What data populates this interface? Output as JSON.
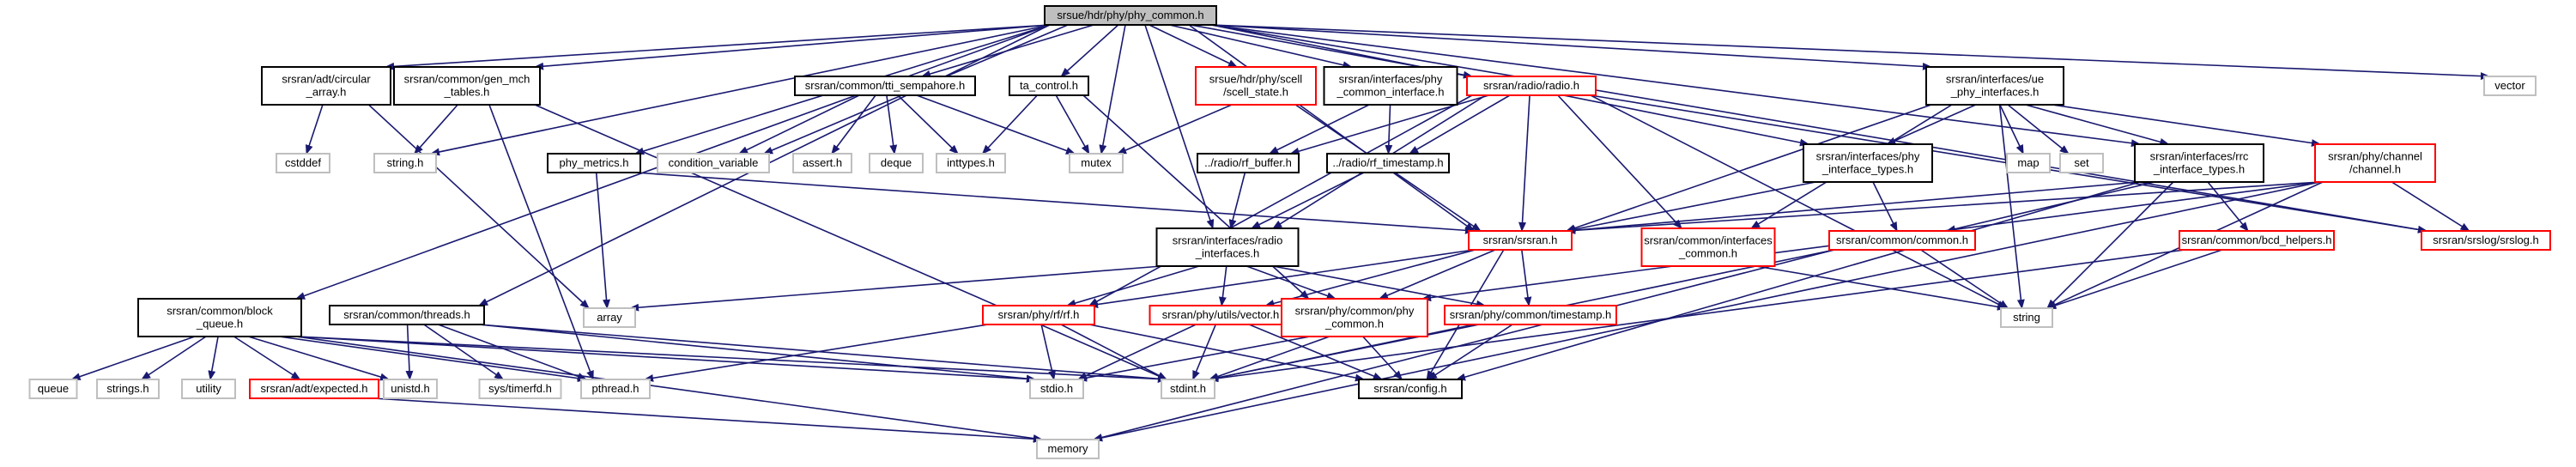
{
  "title": "srsue/hdr/phy/phy_common.h",
  "colors": {
    "root_fill": "#bfbfbf",
    "root_border": "#000000",
    "documented_border": "#000000",
    "linked_border": "#ff0000",
    "external_border": "#bfbfbf",
    "edge": "#191970",
    "background": "#ffffff"
  },
  "nodes": [
    {
      "id": "root",
      "lines": [
        "srsue/hdr/phy/phy_common.h"
      ],
      "kind": "root"
    },
    {
      "id": "circular_array",
      "lines": [
        "srsran/adt/circular",
        "_array.h"
      ],
      "kind": "documented"
    },
    {
      "id": "gen_mch",
      "lines": [
        "srsran/common/gen_mch",
        "_tables.h"
      ],
      "kind": "documented"
    },
    {
      "id": "tti_sem",
      "lines": [
        "srsran/common/tti_sempahore.h"
      ],
      "kind": "documented"
    },
    {
      "id": "ta_control",
      "lines": [
        "ta_control.h"
      ],
      "kind": "documented"
    },
    {
      "id": "scell_state",
      "lines": [
        "srsue/hdr/phy/scell",
        "/scell_state.h"
      ],
      "kind": "linked"
    },
    {
      "id": "phy_common_iface",
      "lines": [
        "srsran/interfaces/phy",
        "_common_interface.h"
      ],
      "kind": "documented"
    },
    {
      "id": "radio",
      "lines": [
        "srsran/radio/radio.h"
      ],
      "kind": "linked"
    },
    {
      "id": "ue_phy_ifaces",
      "lines": [
        "srsran/interfaces/ue",
        "_phy_interfaces.h"
      ],
      "kind": "documented"
    },
    {
      "id": "vector",
      "lines": [
        "vector"
      ],
      "kind": "external"
    },
    {
      "id": "cstddef",
      "lines": [
        "cstddef"
      ],
      "kind": "external"
    },
    {
      "id": "string_h",
      "lines": [
        "string.h"
      ],
      "kind": "external"
    },
    {
      "id": "cond_var",
      "lines": [
        "condition_variable"
      ],
      "kind": "external"
    },
    {
      "id": "assert",
      "lines": [
        "assert.h"
      ],
      "kind": "external"
    },
    {
      "id": "deque",
      "lines": [
        "deque"
      ],
      "kind": "external"
    },
    {
      "id": "inttypes",
      "lines": [
        "inttypes.h"
      ],
      "kind": "external"
    },
    {
      "id": "mutex",
      "lines": [
        "mutex"
      ],
      "kind": "external"
    },
    {
      "id": "rf_buffer",
      "lines": [
        "../radio/rf_buffer.h"
      ],
      "kind": "documented"
    },
    {
      "id": "rf_timestamp",
      "lines": [
        "../radio/rf_timestamp.h"
      ],
      "kind": "documented"
    },
    {
      "id": "phy_metrics",
      "lines": [
        "phy_metrics.h"
      ],
      "kind": "documented"
    },
    {
      "id": "phy_iface_types",
      "lines": [
        "srsran/interfaces/phy",
        "_interface_types.h"
      ],
      "kind": "documented"
    },
    {
      "id": "map",
      "lines": [
        "map"
      ],
      "kind": "external"
    },
    {
      "id": "set",
      "lines": [
        "set"
      ],
      "kind": "external"
    },
    {
      "id": "rrc_iface_types",
      "lines": [
        "srsran/interfaces/rrc",
        "_interface_types.h"
      ],
      "kind": "documented"
    },
    {
      "id": "phy_channel",
      "lines": [
        "srsran/phy/channel",
        "/channel.h"
      ],
      "kind": "linked"
    },
    {
      "id": "radio_ifaces",
      "lines": [
        "srsran/interfaces/radio",
        "_interfaces.h"
      ],
      "kind": "documented"
    },
    {
      "id": "srsran",
      "lines": [
        "srsran/srsran.h"
      ],
      "kind": "linked"
    },
    {
      "id": "ifaces_common",
      "lines": [
        "srsran/common/interfaces",
        "_common.h"
      ],
      "kind": "linked"
    },
    {
      "id": "common_common",
      "lines": [
        "srsran/common/common.h"
      ],
      "kind": "linked"
    },
    {
      "id": "bcd_helpers",
      "lines": [
        "srsran/common/bcd_helpers.h"
      ],
      "kind": "linked"
    },
    {
      "id": "srslog",
      "lines": [
        "srsran/srslog/srslog.h"
      ],
      "kind": "linked"
    },
    {
      "id": "string",
      "lines": [
        "string"
      ],
      "kind": "external"
    },
    {
      "id": "array",
      "lines": [
        "array"
      ],
      "kind": "external"
    },
    {
      "id": "block_queue",
      "lines": [
        "srsran/common/block",
        "_queue.h"
      ],
      "kind": "documented"
    },
    {
      "id": "threads",
      "lines": [
        "srsran/common/threads.h"
      ],
      "kind": "documented"
    },
    {
      "id": "rfrf",
      "lines": [
        "srsran/phy/rf/rf.h"
      ],
      "kind": "linked"
    },
    {
      "id": "vector_h",
      "lines": [
        "srsran/phy/utils/vector.h"
      ],
      "kind": "linked"
    },
    {
      "id": "phy_common",
      "lines": [
        "srsran/phy/common/phy",
        "_common.h"
      ],
      "kind": "linked"
    },
    {
      "id": "timestamp",
      "lines": [
        "srsran/phy/common/timestamp.h"
      ],
      "kind": "linked"
    },
    {
      "id": "queue",
      "lines": [
        "queue"
      ],
      "kind": "external"
    },
    {
      "id": "strings",
      "lines": [
        "strings.h"
      ],
      "kind": "external"
    },
    {
      "id": "utility",
      "lines": [
        "utility"
      ],
      "kind": "external"
    },
    {
      "id": "expected",
      "lines": [
        "srsran/adt/expected.h"
      ],
      "kind": "linked"
    },
    {
      "id": "unistd",
      "lines": [
        "unistd.h"
      ],
      "kind": "external"
    },
    {
      "id": "timerfd",
      "lines": [
        "sys/timerfd.h"
      ],
      "kind": "external"
    },
    {
      "id": "pthread",
      "lines": [
        "pthread.h"
      ],
      "kind": "external"
    },
    {
      "id": "stdio",
      "lines": [
        "stdio.h"
      ],
      "kind": "external"
    },
    {
      "id": "stdint",
      "lines": [
        "stdint.h"
      ],
      "kind": "external"
    },
    {
      "id": "config",
      "lines": [
        "srsran/config.h"
      ],
      "kind": "documented"
    },
    {
      "id": "memory",
      "lines": [
        "memory"
      ],
      "kind": "external"
    }
  ],
  "edges": [
    [
      "root",
      "block_queue"
    ],
    [
      "root",
      "circular_array"
    ],
    [
      "root",
      "string_h"
    ],
    [
      "root",
      "gen_mch"
    ],
    [
      "root",
      "threads"
    ],
    [
      "root",
      "phy_metrics"
    ],
    [
      "root",
      "cond_var"
    ],
    [
      "root",
      "tti_sem"
    ],
    [
      "root",
      "ta_control"
    ],
    [
      "root",
      "mutex"
    ],
    [
      "root",
      "scell_state"
    ],
    [
      "root",
      "phy_common_iface"
    ],
    [
      "root",
      "radio_ifaces"
    ],
    [
      "root",
      "radio"
    ],
    [
      "root",
      "srsran"
    ],
    [
      "root",
      "ue_phy_ifaces"
    ],
    [
      "root",
      "phy_iface_types"
    ],
    [
      "root",
      "rrc_iface_types"
    ],
    [
      "root",
      "srslog"
    ],
    [
      "root",
      "vector"
    ],
    [
      "circular_array",
      "cstddef"
    ],
    [
      "circular_array",
      "array"
    ],
    [
      "gen_mch",
      "string_h"
    ],
    [
      "gen_mch",
      "pthread"
    ],
    [
      "gen_mch",
      "stdint"
    ],
    [
      "tti_sem",
      "cond_var"
    ],
    [
      "tti_sem",
      "assert"
    ],
    [
      "tti_sem",
      "deque"
    ],
    [
      "tti_sem",
      "inttypes"
    ],
    [
      "tti_sem",
      "mutex"
    ],
    [
      "ta_control",
      "inttypes"
    ],
    [
      "ta_control",
      "mutex"
    ],
    [
      "ta_control",
      "phy_common"
    ],
    [
      "scell_state",
      "mutex"
    ],
    [
      "scell_state",
      "srsran"
    ],
    [
      "phy_common_iface",
      "rf_buffer"
    ],
    [
      "phy_common_iface",
      "rf_timestamp"
    ],
    [
      "radio",
      "rf_buffer"
    ],
    [
      "radio",
      "rf_timestamp"
    ],
    [
      "radio",
      "radio_ifaces"
    ],
    [
      "radio",
      "srsran"
    ],
    [
      "radio",
      "rfrf"
    ],
    [
      "radio",
      "ifaces_common"
    ],
    [
      "radio",
      "srslog"
    ],
    [
      "radio",
      "string"
    ],
    [
      "ue_phy_ifaces",
      "phy_iface_types"
    ],
    [
      "ue_phy_ifaces",
      "map"
    ],
    [
      "ue_phy_ifaces",
      "set"
    ],
    [
      "ue_phy_ifaces",
      "rrc_iface_types"
    ],
    [
      "ue_phy_ifaces",
      "phy_channel"
    ],
    [
      "ue_phy_ifaces",
      "srsran"
    ],
    [
      "ue_phy_ifaces",
      "string"
    ],
    [
      "ue_phy_ifaces",
      "ifaces_common"
    ],
    [
      "rf_buffer",
      "radio_ifaces"
    ],
    [
      "rf_timestamp",
      "radio_ifaces"
    ],
    [
      "phy_metrics",
      "array"
    ],
    [
      "phy_metrics",
      "srsran"
    ],
    [
      "phy_iface_types",
      "srsran"
    ],
    [
      "phy_iface_types",
      "common_common"
    ],
    [
      "rrc_iface_types",
      "srsran"
    ],
    [
      "rrc_iface_types",
      "common_common"
    ],
    [
      "rrc_iface_types",
      "bcd_helpers"
    ],
    [
      "rrc_iface_types",
      "string"
    ],
    [
      "rrc_iface_types",
      "config"
    ],
    [
      "phy_channel",
      "srsran"
    ],
    [
      "phy_channel",
      "string"
    ],
    [
      "phy_channel",
      "srslog"
    ],
    [
      "phy_channel",
      "memory"
    ],
    [
      "phy_channel",
      "phy_common"
    ],
    [
      "radio_ifaces",
      "array"
    ],
    [
      "radio_ifaces",
      "rfrf"
    ],
    [
      "radio_ifaces",
      "vector_h"
    ],
    [
      "radio_ifaces",
      "phy_common"
    ],
    [
      "radio_ifaces",
      "timestamp"
    ],
    [
      "srsran",
      "rfrf"
    ],
    [
      "srsran",
      "vector_h"
    ],
    [
      "srsran",
      "phy_common"
    ],
    [
      "srsran",
      "timestamp"
    ],
    [
      "srsran",
      "config"
    ],
    [
      "ifaces_common",
      "string"
    ],
    [
      "common_common",
      "string"
    ],
    [
      "common_common",
      "stdint"
    ],
    [
      "common_common",
      "memory"
    ],
    [
      "bcd_helpers",
      "string"
    ],
    [
      "bcd_helpers",
      "stdint"
    ],
    [
      "block_queue",
      "queue"
    ],
    [
      "block_queue",
      "strings"
    ],
    [
      "block_queue",
      "utility"
    ],
    [
      "block_queue",
      "expected"
    ],
    [
      "block_queue",
      "unistd"
    ],
    [
      "block_queue",
      "pthread"
    ],
    [
      "block_queue",
      "stdio"
    ],
    [
      "block_queue",
      "stdint"
    ],
    [
      "block_queue",
      "memory"
    ],
    [
      "threads",
      "unistd"
    ],
    [
      "threads",
      "timerfd"
    ],
    [
      "threads",
      "pthread"
    ],
    [
      "threads",
      "stdio"
    ],
    [
      "threads",
      "stdint"
    ],
    [
      "rfrf",
      "stdio"
    ],
    [
      "rfrf",
      "stdint"
    ],
    [
      "rfrf",
      "config"
    ],
    [
      "rfrf",
      "pthread"
    ],
    [
      "vector_h",
      "stdio"
    ],
    [
      "vector_h",
      "stdint"
    ],
    [
      "vector_h",
      "config"
    ],
    [
      "phy_common",
      "stdio"
    ],
    [
      "phy_common",
      "stdint"
    ],
    [
      "phy_common",
      "config"
    ],
    [
      "timestamp",
      "stdint"
    ],
    [
      "timestamp",
      "config"
    ],
    [
      "expected",
      "memory"
    ]
  ]
}
